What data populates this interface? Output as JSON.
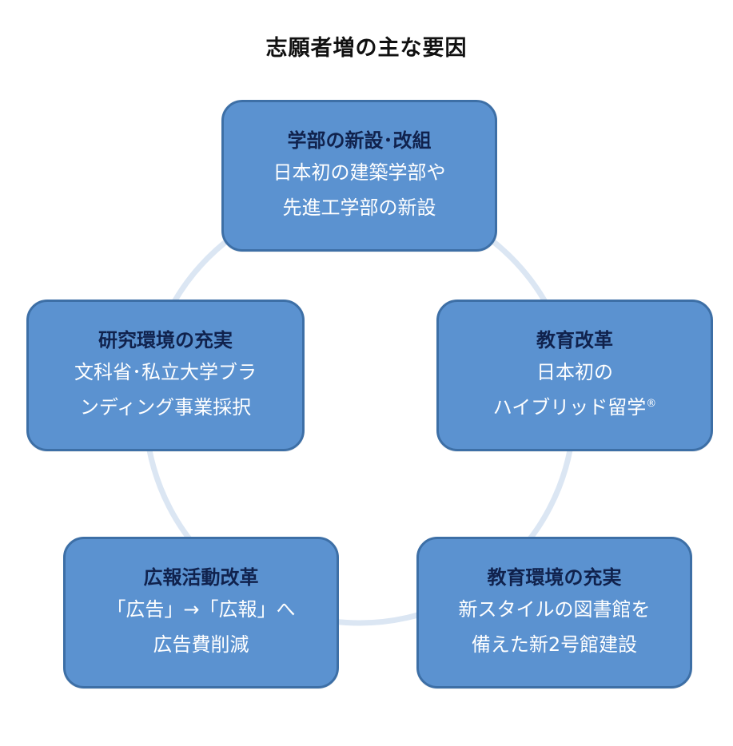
{
  "title": "志願者増の主な要因",
  "colors": {
    "box_fill": "#5b92d0",
    "box_border": "#3d6fa6",
    "heading_text": "#10224d",
    "body_text": "#ffffff",
    "ring": "#dbe6f3"
  },
  "nodes": {
    "top": {
      "heading": "学部の新設･改組",
      "lines": [
        "日本初の建築学部や",
        "先進工学部の新設"
      ]
    },
    "right": {
      "heading": "教育改革",
      "lines": [
        "日本初の",
        "ハイブリッド留学"
      ],
      "mark": "®"
    },
    "bottom_right": {
      "heading": "教育環境の充実",
      "lines": [
        "新スタイルの図書館を",
        "備えた新2号館建設"
      ]
    },
    "bottom_left": {
      "heading": "広報活動改革",
      "lines": [
        "「広告」→「広報」へ",
        "広告費削減"
      ]
    },
    "left": {
      "heading": "研究環境の充実",
      "lines": [
        "文科省･私立大学ブラ",
        "ンディング事業採択"
      ]
    }
  }
}
